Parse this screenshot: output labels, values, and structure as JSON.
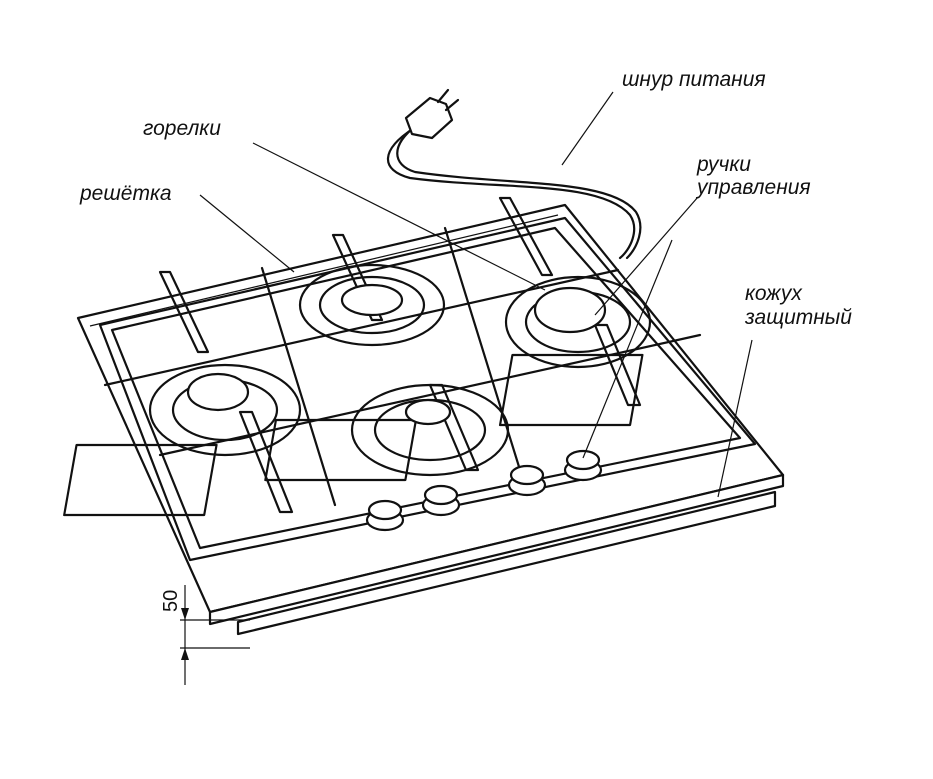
{
  "labels": {
    "cord": "шнур питания",
    "burners": "горелки",
    "knobs_line1": "ручки",
    "knobs_line2": "управления",
    "grate": "решётка",
    "cover_line1": "кожух",
    "cover_line2": "защитный"
  },
  "dimension": {
    "value": "50"
  },
  "colors": {
    "line": "#111111",
    "background": "#ffffff"
  }
}
